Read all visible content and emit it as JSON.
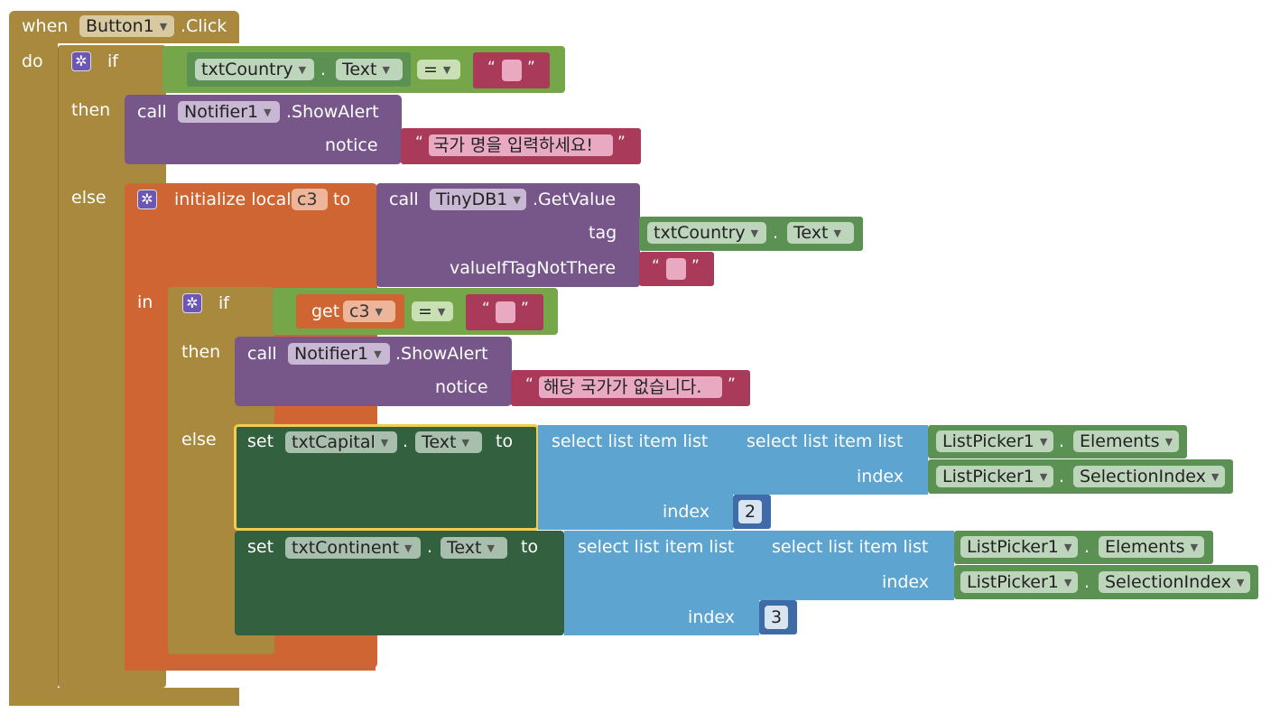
{
  "event": {
    "when": "when",
    "component": "Button1",
    "event_name": ".Click",
    "do": "do"
  },
  "if1": {
    "if": "if",
    "then": "then",
    "else": "else",
    "cond": {
      "component": "txtCountry",
      "property": "Text",
      "op": "="
    }
  },
  "alert1": {
    "call": "call",
    "component": "Notifier1",
    "method": ".ShowAlert",
    "notice_label": "notice",
    "notice_text": "국가 명을 입력하세요!"
  },
  "local": {
    "initialize": "initialize local",
    "var_name": "c3",
    "to": "to",
    "in": "in"
  },
  "getvalue": {
    "call": "call",
    "component": "TinyDB1",
    "method": ".GetValue",
    "tag_label": "tag",
    "tag_component": "txtCountry",
    "tag_property": "Text",
    "default_label": "valueIfTagNotThere"
  },
  "if2": {
    "if": "if",
    "then": "then",
    "else": "else",
    "get": "get",
    "var_name": "c3",
    "op": "="
  },
  "alert2": {
    "call": "call",
    "component": "Notifier1",
    "method": ".ShowAlert",
    "notice_label": "notice",
    "notice_text": "해당 국가가 없습니다."
  },
  "set1": {
    "set": "set",
    "component": "txtCapital",
    "property": "Text",
    "to": "to",
    "outer_label": "select list item  list",
    "outer_index_label": "index",
    "outer_index": "2",
    "inner_label": "select list item  list",
    "inner_index_label": "index",
    "list_component": "ListPicker1",
    "list_property": "Elements",
    "index_component": "ListPicker1",
    "index_property": "SelectionIndex"
  },
  "set2": {
    "set": "set",
    "component": "txtContinent",
    "property": "Text",
    "to": "to",
    "outer_label": "select list item  list",
    "outer_index_label": "index",
    "outer_index": "3",
    "inner_label": "select list item  list",
    "inner_index_label": "index",
    "list_component": "ListPicker1",
    "list_property": "Elements",
    "index_component": "ListPicker1",
    "index_property": "SelectionIndex"
  },
  "colors": {
    "event": "#A8893E",
    "variable": "#CE6533",
    "component": "#77578A",
    "text": "#A93A5A",
    "logic": "#75A64A",
    "property": "#5B9253",
    "setter": "#33613F",
    "list": "#5EA4D0",
    "math": "#3F6BA8",
    "selected_outline": "#F2CC4B"
  }
}
